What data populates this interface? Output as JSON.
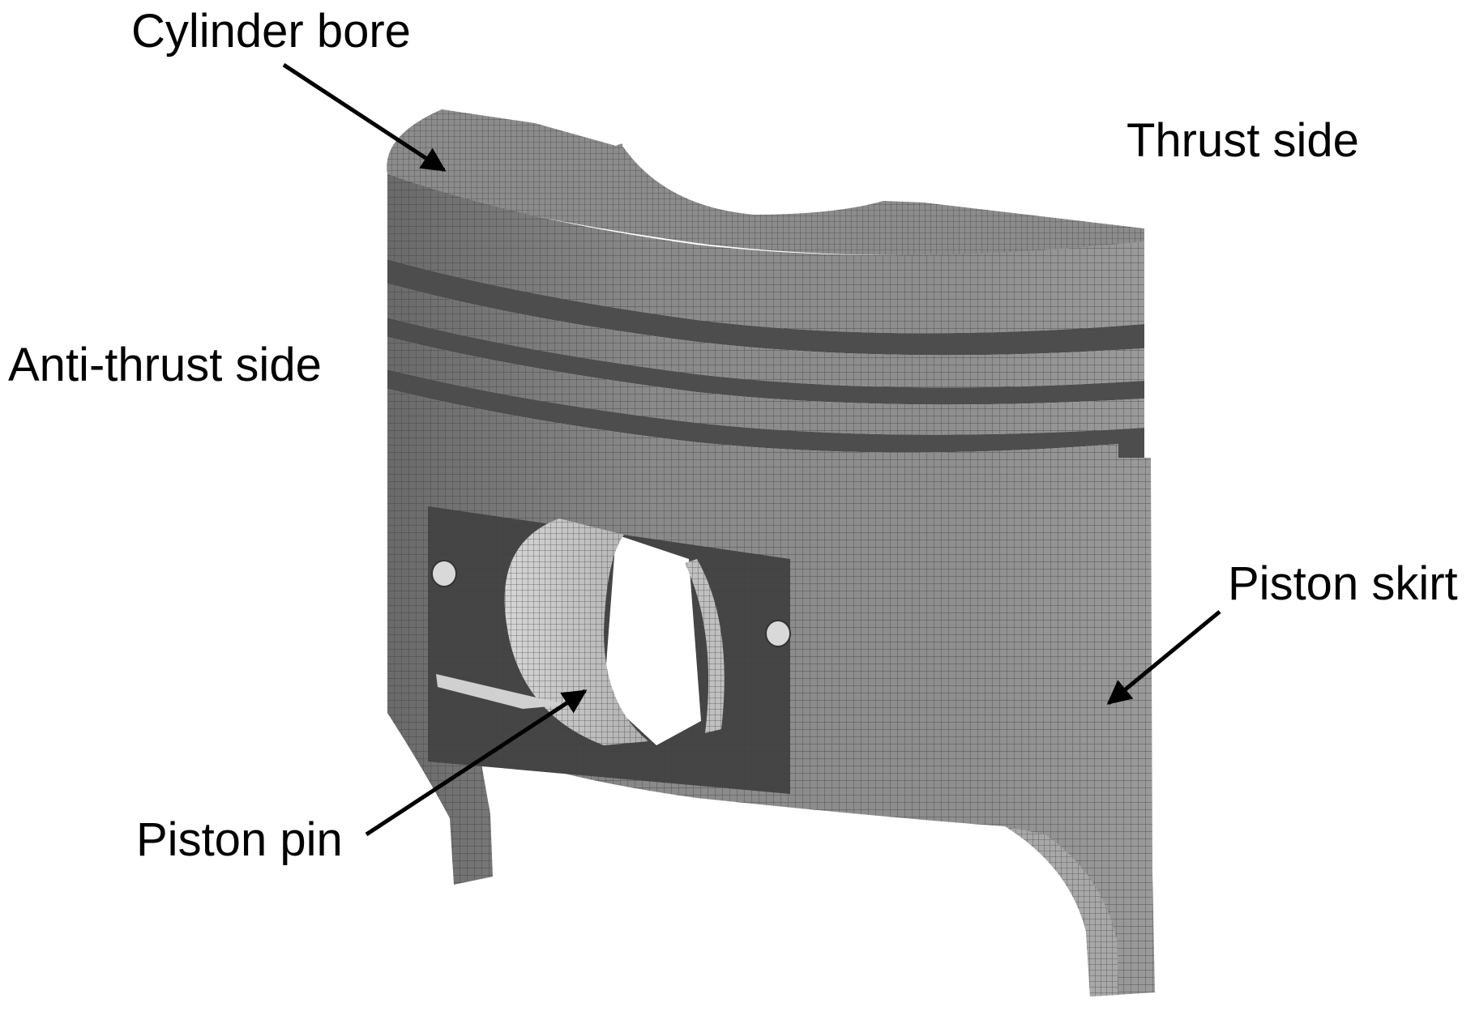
{
  "labels": {
    "cylinder_bore": "Cylinder bore",
    "thrust_side": "Thrust side",
    "anti_thrust_side": "Anti-thrust side",
    "piston_skirt": "Piston skirt",
    "piston_pin": "Piston pin"
  },
  "colors": {
    "background": "#ffffff",
    "mesh_surface": "#7d7d7d",
    "mesh_shadow": "#5e5e5e",
    "mesh_highlight": "#a4a4a4",
    "pin_bore": "#c8c8c8",
    "mesh_lines": "#3c3c3c",
    "annotation": "#000000"
  }
}
